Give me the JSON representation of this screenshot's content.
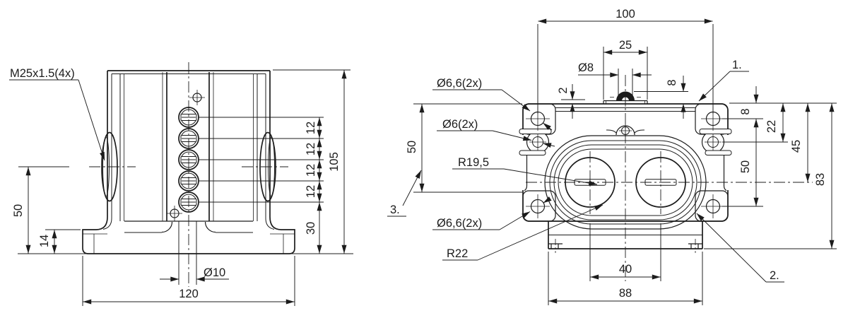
{
  "drawing": {
    "background_color": "#ffffff",
    "line_color": "#1c1c1c",
    "left_view": {
      "thread_callout": "M25x1.5(4x)",
      "dim_boss_height": "50",
      "dim_base_thickness": "14",
      "dim_base_width": "120",
      "dim_center_hole": "Ø10",
      "dim_pitch": "12",
      "dim_bottom_offset": "30",
      "dim_total_height": "105"
    },
    "right_view": {
      "dim_hole_spacing_h": "100",
      "dim_plate_width": "25",
      "dim_dome_dia": "Ø8",
      "dim_lip": "2",
      "dim_dome_height": "8",
      "dim_edge_to_hole": "8",
      "dim_edge_to_small_hole": "22",
      "dim_edge_to_center": "45",
      "dim_hole_spacing_v": "50",
      "dim_side_50": "50",
      "dim_total_depth": "83",
      "dim_gland_spacing": "40",
      "dim_foot_width": "88",
      "callout_hole_top": "Ø6,6(2x)",
      "callout_small_hole": "Ø6(2x)",
      "callout_radius_inner": "R19,5",
      "callout_hole_bottom": "Ø6,6(2x)",
      "callout_radius_outer": "R22",
      "note_1": "1.",
      "note_2": "2.",
      "note_3": "3."
    }
  }
}
